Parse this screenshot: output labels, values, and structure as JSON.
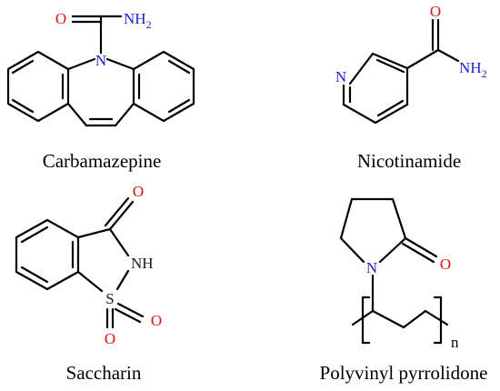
{
  "colors": {
    "bond": "#000000",
    "nitrogen": "#1f1fd0",
    "oxygen": "#e01010",
    "sulfur": "#1a1a1a",
    "caption": "#000000"
  },
  "molecules": [
    {
      "caption": "Carbamazepine",
      "atoms": {
        "o": "O",
        "nh": "NH",
        "sub2": "2",
        "n": "N"
      }
    },
    {
      "caption": "Nicotinamide",
      "atoms": {
        "n": "N",
        "o": "O",
        "nh": "NH",
        "sub2": "2"
      }
    },
    {
      "caption": "Saccharin",
      "atoms": {
        "o_top": "O",
        "nh": "NH",
        "s": "S",
        "o_right": "O",
        "o_bottom": "O"
      }
    },
    {
      "caption": "Polyvinyl pyrrolidone",
      "atoms": {
        "n": "N",
        "o": "O",
        "repeat": "n"
      }
    }
  ]
}
